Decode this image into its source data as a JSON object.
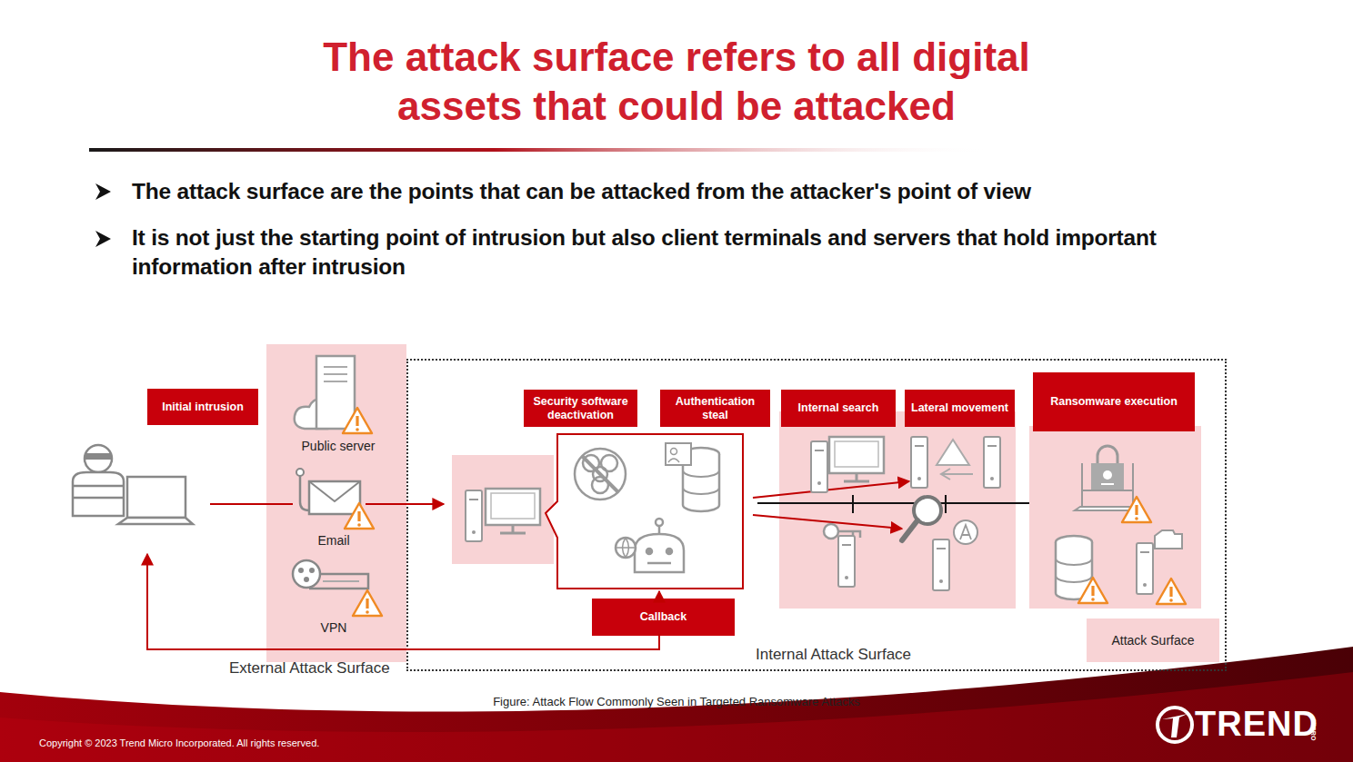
{
  "diagram": {
    "title": "The attack surface refers to all digital assets that could be attacked",
    "caption": "Figure: Attack Flow Commonly Seen in Targeted Ransomware Attacks",
    "nodes": [
      {
        "text": [
          "Internal Attack Surface"
        ]
      },
      {
        "text": [
          "External Attack Surface"
        ]
      },
      {
        "text": [
          "Initial intrusion"
        ]
      },
      {
        "text": [
          "Security software deactivation"
        ],
        "in": 0
      },
      {
        "text": [
          "Authentication steal"
        ],
        "in": 0
      },
      {
        "text": [
          "Internal search"
        ],
        "in": 0
      },
      {
        "text": [
          "Lateral movement"
        ],
        "in": 0
      },
      {
        "text": [
          "Ransomware execution"
        ],
        "in": 0
      },
      {
        "text": [
          "Callback"
        ],
        "in": 0
      }
    ],
    "labels": [
      "The attack surface are the points that can be attacked from the attacker's point of view",
      "It is not just the starting point of intrusion but also client terminals and servers that hold important information after intrusion",
      "Public server",
      "Email",
      "VPN",
      "Copyright © 2023 Trend Micro Incorporated. All rights reserved.",
      "TREND",
      "MICRO"
    ],
    "legend": [
      {
        "text": "Attack Surface",
        "color": "#f8d3d5"
      }
    ]
  }
}
